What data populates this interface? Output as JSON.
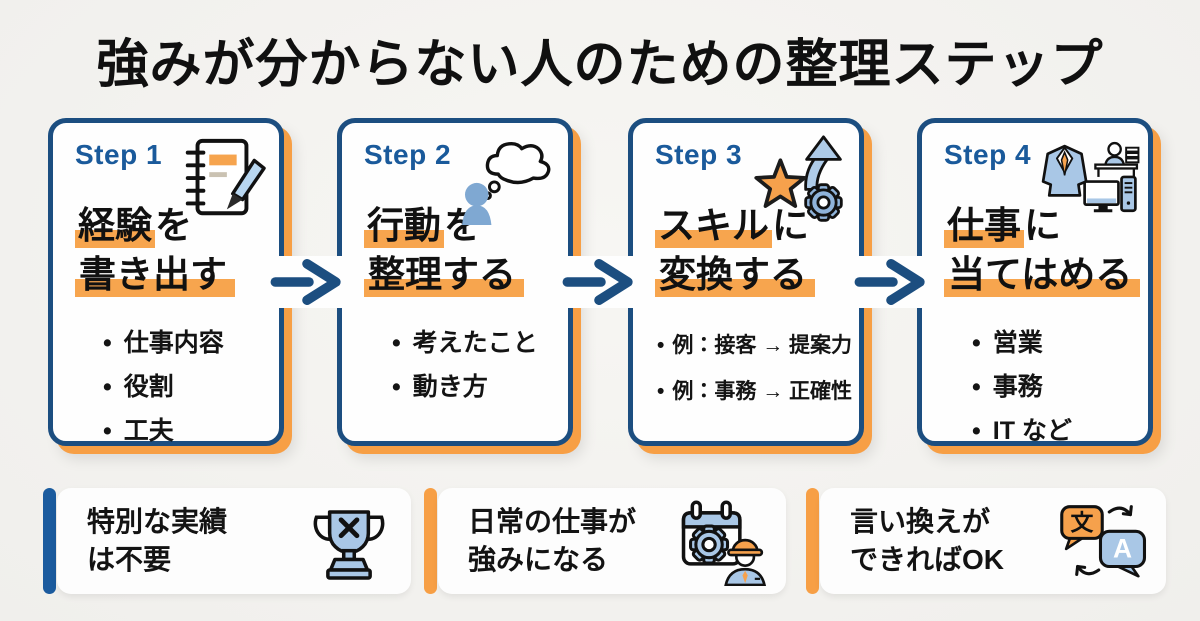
{
  "page": {
    "title": "強みが分からない人のための整理ステップ"
  },
  "colors": {
    "background": "#f2f1ee",
    "card_border_navy": "#1c4e80",
    "step_label_blue": "#1a5a9b",
    "accent_orange": "#f79f45",
    "highlight_orange": "#f7a54e",
    "note_accent_blue": "#1b5b9e",
    "icon_light_blue": "#a9c7e6",
    "icon_mid_blue": "#7fa8d2",
    "text_black": "#141414"
  },
  "cards": [
    {
      "step": "Step 1",
      "icon": "notebook-pen-icon",
      "title_lines": [
        {
          "hl": "経験",
          "rest": "を"
        },
        {
          "hl": "書き出す",
          "rest": ""
        }
      ],
      "bullets": [
        "仕事内容",
        "役割",
        "工夫"
      ]
    },
    {
      "step": "Step 2",
      "icon": "person-thinking-icon",
      "title_lines": [
        {
          "hl": "行動",
          "rest": "を"
        },
        {
          "hl": "整理する",
          "rest": ""
        }
      ],
      "bullets": [
        "考えたこと",
        "動き方"
      ]
    },
    {
      "step": "Step 3",
      "icon": "star-growth-gear-icon",
      "title_lines": [
        {
          "hl": "スキル",
          "rest": "に"
        },
        {
          "hl": "変換する",
          "rest": ""
        }
      ],
      "bullets": [
        "例：接客 → 提案力",
        "例：事務 → 正確性"
      ]
    },
    {
      "step": "Step 4",
      "icon": "job-match-icon",
      "title_lines": [
        {
          "hl": "仕事",
          "rest": "に"
        },
        {
          "hl": "当てはめる",
          "rest": ""
        }
      ],
      "bullets": [
        "営業",
        "事務",
        "IT など"
      ]
    }
  ],
  "notes": [
    {
      "lines": [
        "特別な実績",
        "は不要"
      ],
      "icon": "trophy-no-icon",
      "accent": "#1b5b9e"
    },
    {
      "lines": [
        "日常の仕事が",
        "強みになる"
      ],
      "icon": "daily-work-icon",
      "accent": "#f79f45"
    },
    {
      "lines": [
        "言い換えが",
        "できればOK"
      ],
      "icon": "translate-icon",
      "accent": "#f79f45"
    }
  ],
  "translate_icon": {
    "source_char": "文",
    "target_char": "A"
  }
}
